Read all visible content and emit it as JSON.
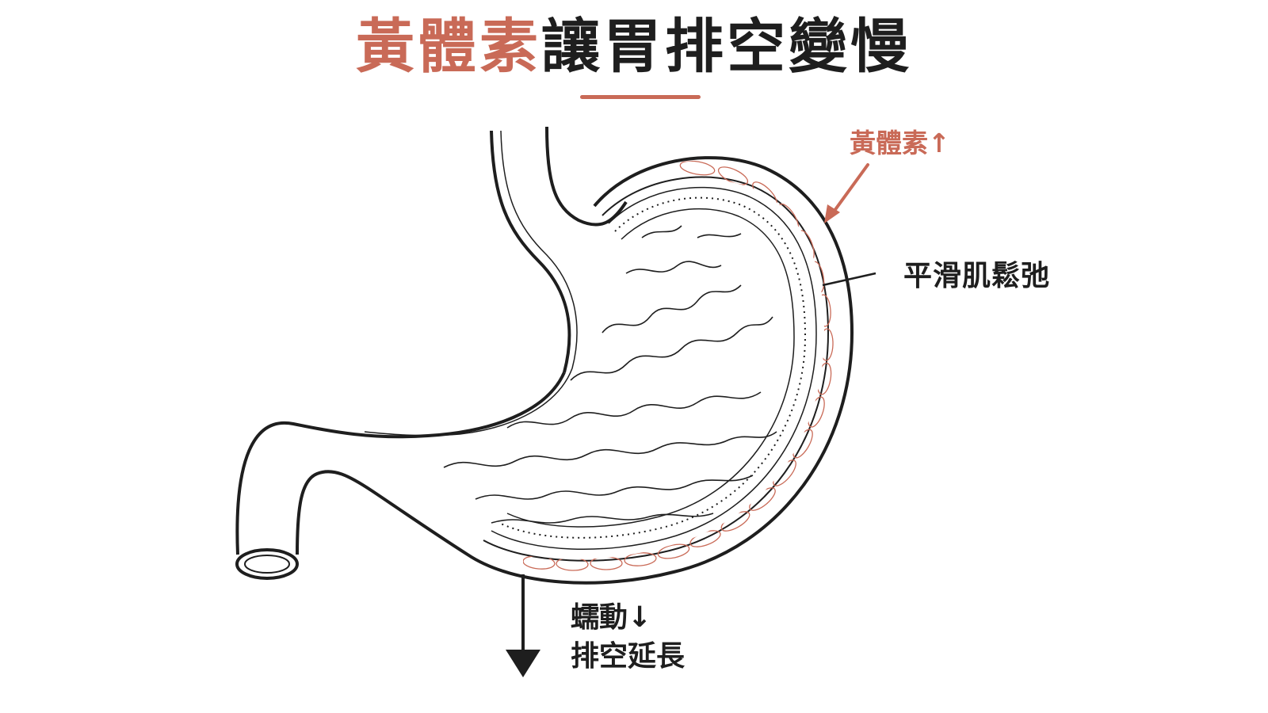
{
  "title": {
    "accent": "黃體素",
    "rest": "讓胃排空變慢"
  },
  "labels": {
    "hormone": "黃體素↑",
    "muscle": "平滑肌鬆弛",
    "peristalsis": "蠕動↓",
    "emptying": "排空延長"
  },
  "colors": {
    "accent": "#c96a57",
    "ink": "#1e1e1e"
  }
}
